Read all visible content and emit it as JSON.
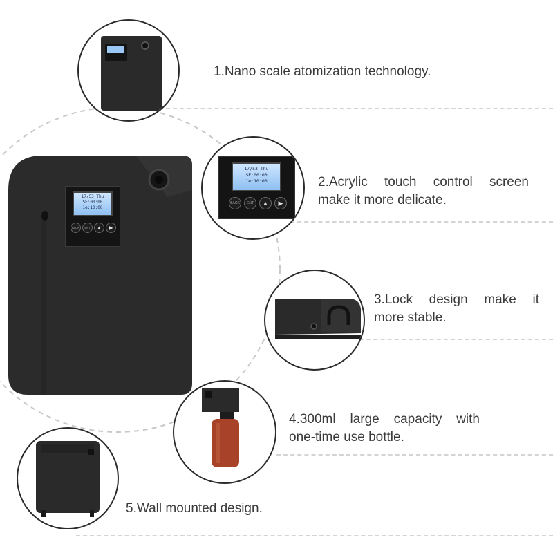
{
  "features": [
    {
      "text": "1.Nano scale atomization technology."
    },
    {
      "line1": "2.Acrylic touch control screen",
      "line2": "make it more delicate."
    },
    {
      "line1": "3.Lock design make it",
      "line2": "more stable."
    },
    {
      "line1": "4.300ml large capacity with",
      "line2": "one-time use bottle."
    },
    {
      "text": "5.Wall mounted design."
    }
  ],
  "device_screen": {
    "top": "17/53 Thu",
    "line1": "SE:00:00",
    "line2": "1e:10:00"
  },
  "device_buttons": [
    "BACK",
    "ENT"
  ],
  "colors": {
    "device_body": "#2a2a2a",
    "lcd": "#9cc8f5",
    "bottle": "#a8432a",
    "dash": "#d4d4d4"
  }
}
